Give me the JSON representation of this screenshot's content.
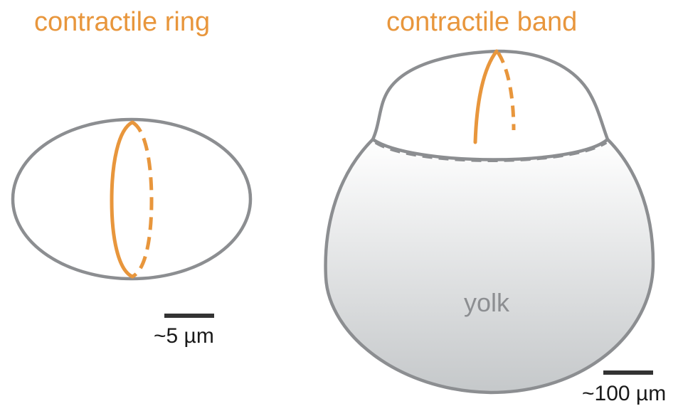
{
  "colors": {
    "accent": "#E8963C",
    "outline": "#8C8E91",
    "scale_bar": "#333333",
    "yolk_top": "#FFFFFF",
    "yolk_bottom": "#C5C8CA"
  },
  "left_panel": {
    "title": "contractile ring",
    "scale_label": "~5 µm"
  },
  "right_panel": {
    "title": "contractile band",
    "yolk_label": "yolk",
    "scale_label": "~100 µm"
  }
}
